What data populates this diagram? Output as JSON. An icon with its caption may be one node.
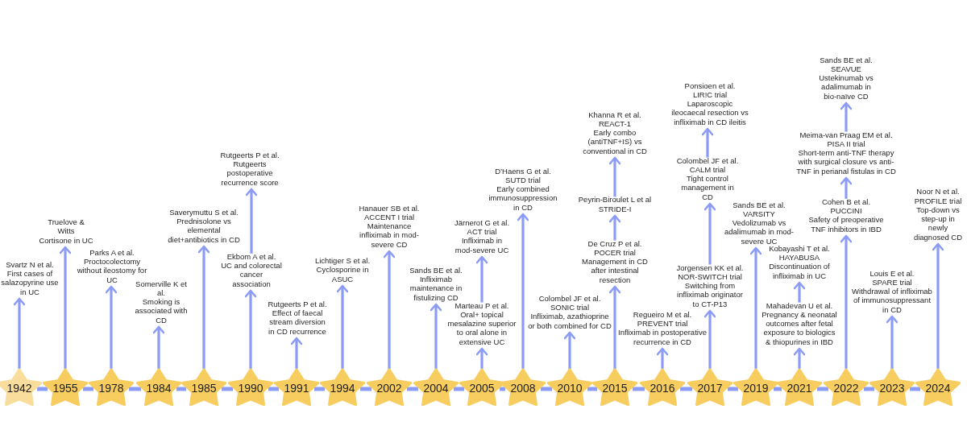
{
  "diagram": {
    "nodes": [
      {
        "text": [
          "1942"
        ]
      },
      {
        "text": [
          "Svartz N et al.",
          "First cases of salazopyrine use in UC"
        ]
      },
      {
        "text": [
          "1955"
        ]
      },
      {
        "text": [
          "Truelove & Witts",
          "Cortisone in UC"
        ]
      },
      {
        "text": [
          "1978"
        ]
      },
      {
        "text": [
          "Parks A et al.",
          "Proctocolectomy without ileostomy for UC"
        ]
      },
      {
        "text": [
          "1984"
        ]
      },
      {
        "text": [
          "Somerville K et al.",
          "Smoking is associated with CD"
        ]
      },
      {
        "text": [
          "1985"
        ]
      },
      {
        "text": [
          "Saverymuttu S et al.",
          "Prednisolone vs elemental diet+antibiotics in CD"
        ]
      },
      {
        "text": [
          "1990"
        ]
      },
      {
        "text": [
          "Ekbom A et al.",
          "UC and colorectal cancer association"
        ]
      },
      {
        "text": [
          "Rutgeerts P et al.",
          "Rutgeerts postoperative recurrence score"
        ]
      },
      {
        "text": [
          "1991"
        ]
      },
      {
        "text": [
          "Rutgeerts P et al.",
          "Effect of faecal stream diversion in CD recurrence"
        ]
      },
      {
        "text": [
          "1994"
        ]
      },
      {
        "text": [
          "Lichtiger S et al.",
          "Cyclosporine in ASUC"
        ]
      },
      {
        "text": [
          "2002"
        ]
      },
      {
        "text": [
          "Hanauer SB et al.",
          "ACCENT I trial",
          "Maintenance infliximab in mod-severe CD"
        ]
      },
      {
        "text": [
          "2004"
        ]
      },
      {
        "text": [
          "Sands BE et al.",
          "Infliximab maintenance in fistulizing CD"
        ]
      },
      {
        "text": [
          "2005"
        ]
      },
      {
        "text": [
          "Marteau P et al.",
          "Oral+ topical mesalazine superior to oral alone in extensive UC"
        ]
      },
      {
        "text": [
          "Järnerot G et al.",
          "ACT trial",
          "Infliximab in mod-severe UC"
        ]
      },
      {
        "text": [
          "2008"
        ]
      },
      {
        "text": [
          "D’Haens G et al.",
          "SUTD trial",
          "Early combined immunosuppression in CD"
        ]
      },
      {
        "text": [
          "2010"
        ]
      },
      {
        "text": [
          "Colombel JF et al.",
          "SONIC trial",
          "Infliximab, azathioprine or both combined for CD"
        ]
      },
      {
        "text": [
          "2015"
        ]
      },
      {
        "text": [
          "De Cruz P et al.",
          "POCER trial",
          "Management in CD after intestinal resection"
        ]
      },
      {
        "text": [
          "Peyrin-Biroulet L et al",
          "STRIDE-I"
        ]
      },
      {
        "text": [
          "Khanna R et al.",
          "REACT-1",
          "Early combo (antiTNF+IS) vs conventional in CD"
        ]
      },
      {
        "text": [
          "2016"
        ]
      },
      {
        "text": [
          "Regueiro M et al.",
          "PREVENT trial",
          "Infliximab in postoperative recurrence in CD"
        ]
      },
      {
        "text": [
          "2017"
        ]
      },
      {
        "text": [
          "Jorgensen KK et al.",
          "NOR-SWITCH trial",
          "Switching from infliximab originator to CT-P13"
        ]
      },
      {
        "text": [
          "Colombel JF et al.",
          "CALM trial",
          "Tight control management in CD"
        ]
      },
      {
        "text": [
          "Ponsioen et al.",
          "LIR!C trial",
          "Laparoscopic ileocaecal resection vs infliximab in CD ileitis"
        ]
      },
      {
        "text": [
          "2019"
        ]
      },
      {
        "text": [
          "Sands BE et al.",
          "VARSITY",
          "Vedolizumab vs adalimumab in mod-severe UC"
        ]
      },
      {
        "text": [
          "2021"
        ]
      },
      {
        "text": [
          "Mahadevan U et al.",
          "Pregnancy & neonatal outcomes after fetal exposure to biologics & thiopurines in IBD"
        ]
      },
      {
        "text": [
          "Kobayashi T et al.",
          "HAYABUSA",
          "Discontinuation of infliximab in UC"
        ]
      },
      {
        "text": [
          "2022"
        ]
      },
      {
        "text": [
          "Cohen B et al.",
          "PUCCINI",
          "Safety of preoperative TNF inhibitors in IBD"
        ]
      },
      {
        "text": [
          "Meima-van Praag EM et al.",
          "PISA II trial",
          "Short-term anti-TNF therapy with surgical closure vs anti-TNF in perianal fistulas in CD"
        ]
      },
      {
        "text": [
          "Sands BE et al.",
          "SEAVUE",
          "Ustekinumab vs adalimumab in bio-naïve CD"
        ]
      },
      {
        "text": [
          "2023"
        ]
      },
      {
        "text": [
          "Louis E et al.",
          "SPARE trial",
          "Withdrawal of infliximab of immunosuppressant in CD"
        ]
      },
      {
        "text": [
          "2024"
        ]
      },
      {
        "text": [
          "Noor N et al.",
          "PROFILE trial",
          "Top-down vs step-up in newly diagnosed CD"
        ]
      }
    ],
    "edges": [
      {
        "from": 0,
        "to": 1,
        "arrow": "to"
      },
      {
        "from": 2,
        "to": 3,
        "arrow": "to"
      },
      {
        "from": 4,
        "to": 5,
        "arrow": "to"
      },
      {
        "from": 6,
        "to": 7,
        "arrow": "to"
      },
      {
        "from": 8,
        "to": 9,
        "arrow": "to"
      },
      {
        "from": 10,
        "to": 11,
        "arrow": "to"
      },
      {
        "from": 11,
        "to": 12,
        "arrow": "to"
      },
      {
        "from": 13,
        "to": 14,
        "arrow": "to"
      },
      {
        "from": 15,
        "to": 16,
        "arrow": "to"
      },
      {
        "from": 17,
        "to": 18,
        "arrow": "to"
      },
      {
        "from": 19,
        "to": 20,
        "arrow": "to"
      },
      {
        "from": 21,
        "to": 22,
        "arrow": "to"
      },
      {
        "from": 22,
        "to": 23,
        "arrow": "to"
      },
      {
        "from": 24,
        "to": 25,
        "arrow": "to"
      },
      {
        "from": 26,
        "to": 27,
        "arrow": "to"
      },
      {
        "from": 28,
        "to": 29,
        "arrow": "to"
      },
      {
        "from": 29,
        "to": 30,
        "arrow": "to"
      },
      {
        "from": 30,
        "to": 31,
        "arrow": "to"
      },
      {
        "from": 32,
        "to": 33,
        "arrow": "to"
      },
      {
        "from": 34,
        "to": 35,
        "arrow": "to"
      },
      {
        "from": 35,
        "to": 36,
        "arrow": "to"
      },
      {
        "from": 36,
        "to": 37,
        "arrow": "to"
      },
      {
        "from": 38,
        "to": 39,
        "arrow": "to"
      },
      {
        "from": 40,
        "to": 41,
        "arrow": "to"
      },
      {
        "from": 41,
        "to": 42,
        "arrow": "to"
      },
      {
        "from": 43,
        "to": 44,
        "arrow": "to"
      },
      {
        "from": 44,
        "to": 45,
        "arrow": "to"
      },
      {
        "from": 45,
        "to": 46,
        "arrow": "to"
      },
      {
        "from": 47,
        "to": 48,
        "arrow": "to"
      },
      {
        "from": 49,
        "to": 50,
        "arrow": "to"
      },
      {
        "from": 0,
        "to": 2,
        "arrow": "none"
      },
      {
        "from": 2,
        "to": 4,
        "arrow": "none"
      },
      {
        "from": 4,
        "to": 6,
        "arrow": "none"
      },
      {
        "from": 6,
        "to": 8,
        "arrow": "none"
      },
      {
        "from": 8,
        "to": 10,
        "arrow": "none"
      },
      {
        "from": 10,
        "to": 13,
        "arrow": "none"
      },
      {
        "from": 13,
        "to": 15,
        "arrow": "none"
      },
      {
        "from": 15,
        "to": 17,
        "arrow": "none"
      },
      {
        "from": 17,
        "to": 19,
        "arrow": "none"
      },
      {
        "from": 19,
        "to": 21,
        "arrow": "none"
      },
      {
        "from": 21,
        "to": 24,
        "arrow": "none"
      },
      {
        "from": 24,
        "to": 26,
        "arrow": "none"
      },
      {
        "from": 26,
        "to": 28,
        "arrow": "none"
      },
      {
        "from": 28,
        "to": 32,
        "arrow": "none"
      },
      {
        "from": 32,
        "to": 34,
        "arrow": "none"
      },
      {
        "from": 34,
        "to": 38,
        "arrow": "none"
      },
      {
        "from": 38,
        "to": 40,
        "arrow": "none"
      },
      {
        "from": 40,
        "to": 43,
        "arrow": "none"
      },
      {
        "from": 43,
        "to": 47,
        "arrow": "none"
      },
      {
        "from": 47,
        "to": 49,
        "arrow": "none"
      }
    ]
  }
}
